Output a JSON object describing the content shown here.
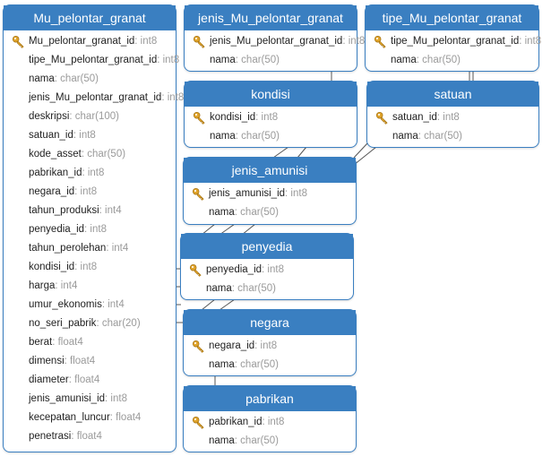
{
  "colors": {
    "header": "#3a7fc1",
    "border": "#3a7fc1",
    "line": "#555555",
    "key": "#e0a42b"
  },
  "tables": {
    "mu_pelontar_granat": {
      "title": "Mu_pelontar_granat",
      "columns": [
        {
          "name": "Mu_pelontar_granat_id",
          "type": ": int8",
          "pk": true
        },
        {
          "name": "tipe_Mu_pelontar_granat_id",
          "type": ": int8"
        },
        {
          "name": "nama",
          "type": ": char(50)"
        },
        {
          "name": "jenis_Mu_pelontar_granat_id",
          "type": ": int8"
        },
        {
          "name": "deskripsi",
          "type": ": char(100)"
        },
        {
          "name": "satuan_id",
          "type": ": int8"
        },
        {
          "name": "kode_asset",
          "type": ": char(50)"
        },
        {
          "name": "pabrikan_id",
          "type": ": int8"
        },
        {
          "name": "negara_id",
          "type": ": int8"
        },
        {
          "name": "tahun_produksi",
          "type": ": int4"
        },
        {
          "name": "penyedia_id",
          "type": ": int8"
        },
        {
          "name": "tahun_perolehan",
          "type": ": int4"
        },
        {
          "name": "kondisi_id",
          "type": ": int8"
        },
        {
          "name": "harga",
          "type": ": int4"
        },
        {
          "name": "umur_ekonomis",
          "type": ": int4"
        },
        {
          "name": "no_seri_pabrik",
          "type": ": char(20)"
        },
        {
          "name": "berat",
          "type": ": float4"
        },
        {
          "name": "dimensi",
          "type": ": float4"
        },
        {
          "name": "diameter",
          "type": ": float4"
        },
        {
          "name": "jenis_amunisi_id",
          "type": ": int8"
        },
        {
          "name": "kecepatan_luncur",
          "type": ": float4"
        },
        {
          "name": "penetrasi",
          "type": ": float4"
        }
      ]
    },
    "jenis_mu_pelontar_granat": {
      "title": "jenis_Mu_pelontar_granat",
      "columns": [
        {
          "name": "jenis_Mu_pelontar_granat_id",
          "type": ": int8",
          "pk": true
        },
        {
          "name": "nama",
          "type": ": char(50)"
        }
      ]
    },
    "tipe_mu_pelontar_granat": {
      "title": "tipe_Mu_pelontar_granat",
      "columns": [
        {
          "name": "tipe_Mu_pelontar_granat_id",
          "type": ": int8",
          "pk": true
        },
        {
          "name": "nama",
          "type": ": char(50)"
        }
      ]
    },
    "kondisi": {
      "title": "kondisi",
      "columns": [
        {
          "name": "kondisi_id",
          "type": ": int8",
          "pk": true
        },
        {
          "name": "nama",
          "type": ": char(50)"
        }
      ]
    },
    "satuan": {
      "title": "satuan",
      "columns": [
        {
          "name": "satuan_id",
          "type": ": int8",
          "pk": true
        },
        {
          "name": "nama",
          "type": ": char(50)"
        }
      ]
    },
    "jenis_amunisi": {
      "title": "jenis_amunisi",
      "columns": [
        {
          "name": "jenis_amunisi_id",
          "type": ": int8",
          "pk": true
        },
        {
          "name": "nama",
          "type": ": char(50)"
        }
      ]
    },
    "penyedia": {
      "title": "penyedia",
      "columns": [
        {
          "name": "penyedia_id",
          "type": ": int8",
          "pk": true
        },
        {
          "name": "nama",
          "type": ": char(50)"
        }
      ]
    },
    "negara": {
      "title": "negara",
      "columns": [
        {
          "name": "negara_id",
          "type": ": int8",
          "pk": true
        },
        {
          "name": "nama",
          "type": ": char(50)"
        }
      ]
    },
    "pabrikan": {
      "title": "pabrikan",
      "columns": [
        {
          "name": "pabrikan_id",
          "type": ": int8",
          "pk": true
        },
        {
          "name": "nama",
          "type": ": char(50)"
        }
      ]
    }
  }
}
